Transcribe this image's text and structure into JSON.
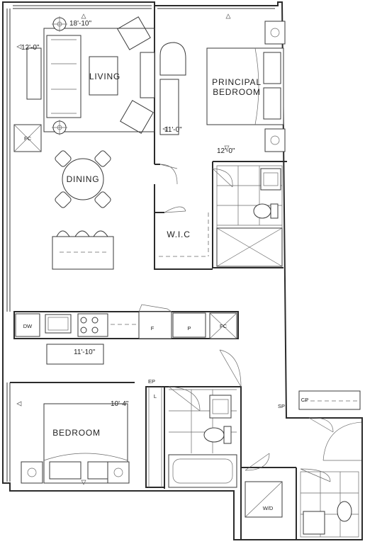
{
  "rooms": {
    "living": "LIVING",
    "principal_bedroom_line1": "PRINCIPAL",
    "principal_bedroom_line2": "BEDROOM",
    "dining": "DINING",
    "wic": "W.I.C",
    "bedroom": "BEDROOM",
    "wd": "W/D"
  },
  "dimensions": {
    "living_width": "18'-10\"",
    "living_depth": "12'-0\"",
    "principal_width": "11'-0\"",
    "principal_depth": "12'-0\"",
    "kitchen_width": "11'-10\"",
    "bedroom_depth": "10'-4\""
  },
  "fixtures": {
    "fc_living": "FC",
    "fc_kitchen": "FC",
    "dw": "DW",
    "fridge": "F",
    "pantry": "P",
    "ep": "EP",
    "linen": "L",
    "sp": "SP",
    "cp": "CP"
  }
}
